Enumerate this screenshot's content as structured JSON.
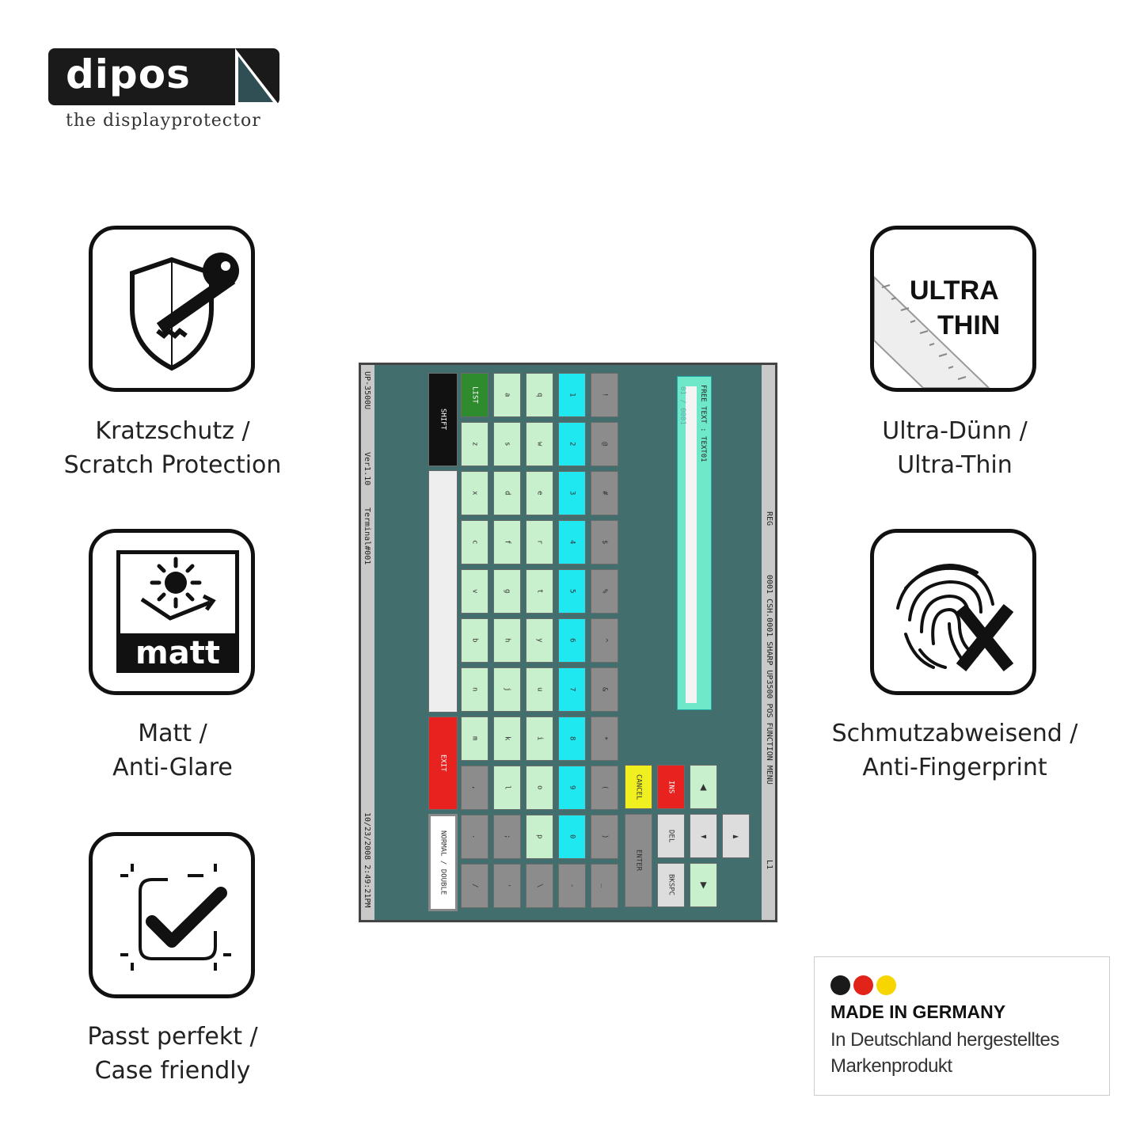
{
  "brand": {
    "name": "dipos",
    "tagline": "the displayprotector"
  },
  "features": {
    "scratch": {
      "line1": "Kratzschutz /",
      "line2": "Scratch Protection",
      "icon": "shield-key-icon"
    },
    "matt": {
      "line1": "Matt /",
      "line2": "Anti-Glare",
      "icon": "matt-sun-icon",
      "label": "matt"
    },
    "case": {
      "line1": "Passt perfekt /",
      "line2": "Case friendly",
      "icon": "case-check-icon"
    },
    "thin": {
      "line1": "Ultra-Dünn /",
      "line2": "Ultra-Thin",
      "icon": "ruler-icon",
      "label1": "ULTRA",
      "label2": "THIN"
    },
    "fingerprint": {
      "line1": "Schmutzabweisend /",
      "line2": "Anti-Fingerprint",
      "icon": "fingerprint-x-icon"
    }
  },
  "screen": {
    "left_bar": {
      "model": "UP-3500U",
      "version": "Ver1.10",
      "terminal": "Terminal#001",
      "datetime": "10/23/2008  2:49:21PM"
    },
    "right_bar": {
      "mode": "REG",
      "header": "0001  CSH.0001 SHARP UP3500 POS FUNCTION MENU",
      "level": "L1"
    },
    "free_text": {
      "title": "FREE TEXT : TEXT01",
      "counter": "01 / 0001"
    },
    "keys": {
      "shift": "SHIFT",
      "list": "LIST",
      "exit": "EXIT",
      "normal_double": "NORMAL / DOUBLE",
      "cancel": "CANCEL",
      "ins": "INS",
      "del": "DEL",
      "bkspc": "BKSPC",
      "enter": "ENTER",
      "up": "▲",
      "down": "▼",
      "left": "◄",
      "right": "►"
    },
    "grid": [
      [
        "",
        "a",
        "q",
        "1",
        "!"
      ],
      [
        "z",
        "s",
        "w",
        "2",
        "@"
      ],
      [
        "x",
        "d",
        "e",
        "3",
        "#"
      ],
      [
        "c",
        "f",
        "r",
        "4",
        "$"
      ],
      [
        "v",
        "g",
        "t",
        "5",
        "%"
      ],
      [
        "b",
        "h",
        "y",
        "6",
        "^"
      ],
      [
        "n",
        "j",
        "u",
        "7",
        "&"
      ],
      [
        "m",
        "k",
        "i",
        "8",
        "*"
      ],
      [
        ",",
        "l",
        "o",
        "9",
        "("
      ],
      [
        ".",
        ";",
        "p",
        "0",
        ")"
      ],
      [
        "/",
        "'",
        "\\",
        "-",
        "_"
      ]
    ],
    "colors": {
      "bg": "#426e6e",
      "light": "#c8f0cc",
      "cyan": "#1fe8f0",
      "gray": "#8c8c8c",
      "green": "#2e8b2e",
      "red": "#e8221e",
      "yellow": "#f0f020"
    }
  },
  "badge": {
    "title": "MADE IN GERMANY",
    "line1": "In Deutschland hergestelltes",
    "line2": "Markenprodukt",
    "colors": [
      "#1a1a1a",
      "#e2231a",
      "#f6d500"
    ]
  }
}
